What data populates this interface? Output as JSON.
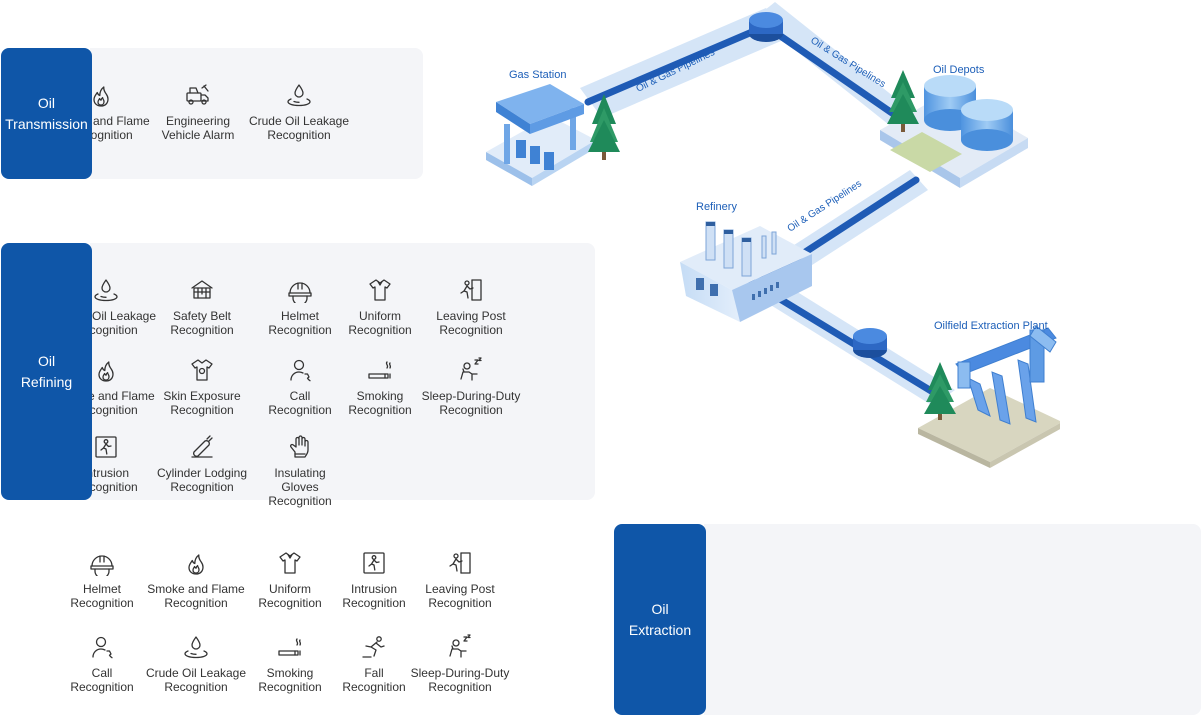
{
  "panels": {
    "transmission": {
      "title": "Oil\nTransmission",
      "items": [
        {
          "label": "Smoke and Flame\nRecognition",
          "icon": "flame-icon"
        },
        {
          "label": "Engineering\nVehicle Alarm",
          "icon": "vehicle-icon"
        },
        {
          "label": "Crude Oil Leakage\nRecognition",
          "icon": "oil-leak-icon"
        }
      ]
    },
    "refining": {
      "title": "Oil\nRefining",
      "items": [
        {
          "label": "Crude Oil Leakage\nRecognition",
          "icon": "oil-leak-icon"
        },
        {
          "label": "Safety Belt\nRecognition",
          "icon": "safety-belt-icon"
        },
        {
          "label": "Helmet\nRecognition",
          "icon": "helmet-icon"
        },
        {
          "label": "Uniform\nRecognition",
          "icon": "uniform-icon"
        },
        {
          "label": "Leaving Post\nRecognition",
          "icon": "leaving-post-icon"
        },
        {
          "label": "Smoke and Flame\nRecognition",
          "icon": "flame-icon"
        },
        {
          "label": "Skin Exposure\nRecognition",
          "icon": "skin-exposure-icon"
        },
        {
          "label": "Call\nRecognition",
          "icon": "call-icon"
        },
        {
          "label": "Smoking\nRecognition",
          "icon": "smoking-icon"
        },
        {
          "label": "Sleep-During-Duty\nRecognition",
          "icon": "sleep-icon"
        },
        {
          "label": "Intrusion\nRecognition",
          "icon": "intrusion-icon"
        },
        {
          "label": "Cylinder Lodging\nRecognition",
          "icon": "cylinder-icon"
        },
        {
          "label": "Insulating\nGloves Recognition",
          "icon": "gloves-icon"
        }
      ]
    },
    "extraction": {
      "title": "Oil\nExtraction",
      "items": [
        {
          "label": "Helmet\nRecognition",
          "icon": "helmet-icon"
        },
        {
          "label": "Smoke and Flame\nRecognition",
          "icon": "flame-icon"
        },
        {
          "label": "Uniform\nRecognition",
          "icon": "uniform-icon"
        },
        {
          "label": "Intrusion\nRecognition",
          "icon": "intrusion-icon"
        },
        {
          "label": "Leaving Post\nRecognition",
          "icon": "leaving-post-icon"
        },
        {
          "label": "Call\nRecognition",
          "icon": "call-icon"
        },
        {
          "label": "Crude Oil Leakage\nRecognition",
          "icon": "oil-leak-icon"
        },
        {
          "label": "Smoking\nRecognition",
          "icon": "smoking-icon"
        },
        {
          "label": "Fall\nRecognition",
          "icon": "fall-icon"
        },
        {
          "label": "Sleep-During-Duty\nRecognition",
          "icon": "sleep-icon"
        }
      ]
    }
  },
  "scene": {
    "gas_station": "Gas Station",
    "oil_depots": "Oil Depots",
    "refinery": "Refinery",
    "oilfield": "Oilfield Extraction Plant",
    "pipeline_1": "Oil & Gas Pipelines",
    "pipeline_2": "Oil & Gas Pipelines",
    "pipeline_3": "Oil & Gas Pipelines"
  },
  "colors": {
    "accent": "#0f56a8",
    "card_bg": "#f4f5f8",
    "pipe": "#1f5bb5",
    "pipe_light": "#bcd6f3",
    "label": "#1d5fb8"
  }
}
